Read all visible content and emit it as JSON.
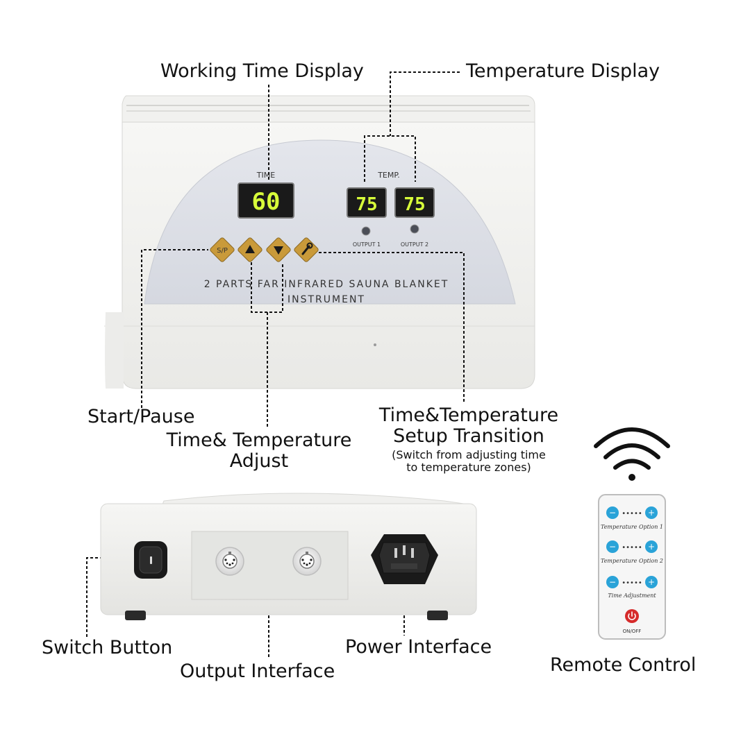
{
  "labels": {
    "working_time_display": "Working Time Display",
    "temperature_display": "Temperature Display",
    "start_pause": "Start/Pause",
    "time_temp_adjust_line1": "Time& Temperature",
    "time_temp_adjust_line2": "Adjust",
    "setup_transition_line1": "Time&Temperature",
    "setup_transition_line2": "Setup Transition",
    "setup_transition_note_line1": "(Switch from adjusting time",
    "setup_transition_note_line2": "to temperature zones)",
    "switch_button": "Switch Button",
    "output_interface": "Output Interface",
    "power_interface": "Power Interface",
    "remote_control": "Remote Control"
  },
  "panel": {
    "time_label": "TIME",
    "temp_label": "TEMP.",
    "time_value": "60",
    "temp1_value": "75",
    "temp2_value": "75",
    "output1_label": "OUTPUT 1",
    "output2_label": "OUTPUT 2",
    "button_sp": "S/P",
    "product_line1": "2 PARTS FAR INFRARED SAUNA BLANKET",
    "product_line2": "INSTRUMENT"
  },
  "remote": {
    "option1": "Temperature Option 1",
    "option2": "Temperature Option 2",
    "option3": "Time Adjustment",
    "power_label": "ON/OFF"
  },
  "colors": {
    "display_digits": "#d8ff3a",
    "button_gold": "#c99a3a",
    "remote_buttons": "#2aa3d8",
    "power_button": "#d62b2b"
  },
  "icons": [
    "up-arrow-icon",
    "down-arrow-icon",
    "wrench-icon",
    "wifi-icon",
    "power-icon",
    "rocker-switch-icon",
    "din-socket-icon",
    "iec-power-socket-icon"
  ]
}
